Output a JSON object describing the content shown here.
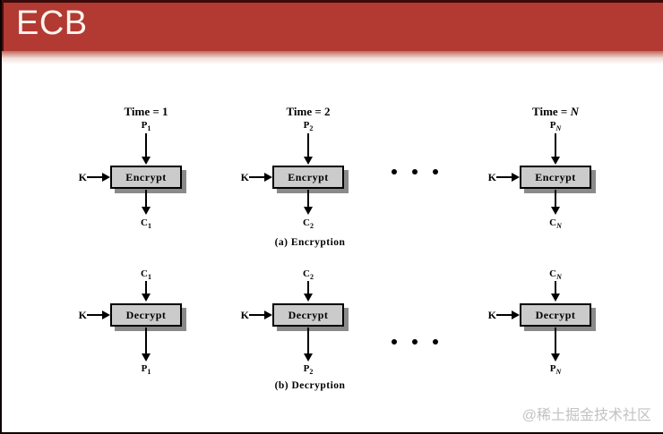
{
  "header": {
    "title": "ECB"
  },
  "diagram": {
    "encryption": {
      "caption": "(a) Encryption",
      "key_label": "K",
      "units": [
        {
          "time_prefix": "Time = ",
          "time_value": "1",
          "input_base": "P",
          "input_sub": "1",
          "op": "Encrypt",
          "output_base": "C",
          "output_sub": "1"
        },
        {
          "time_prefix": "Time = ",
          "time_value": "2",
          "input_base": "P",
          "input_sub": "2",
          "op": "Encrypt",
          "output_base": "C",
          "output_sub": "2"
        },
        {
          "time_prefix": "Time = ",
          "time_value": "N",
          "input_base": "P",
          "input_sub": "N",
          "op": "Encrypt",
          "output_base": "C",
          "output_sub": "N"
        }
      ]
    },
    "decryption": {
      "caption": "(b) Decryption",
      "key_label": "K",
      "units": [
        {
          "input_base": "C",
          "input_sub": "1",
          "op": "Decrypt",
          "output_base": "P",
          "output_sub": "1"
        },
        {
          "input_base": "C",
          "input_sub": "2",
          "op": "Decrypt",
          "output_base": "P",
          "output_sub": "2"
        },
        {
          "input_base": "C",
          "input_sub": "N",
          "op": "Decrypt",
          "output_base": "P",
          "output_sub": "N"
        }
      ]
    }
  },
  "watermark": {
    "text": "@稀土掘金技术社区"
  },
  "colors": {
    "header_red": "#b23a32",
    "header_dark_stripe": "#3a0b0a",
    "box_fill": "#cbcbcb",
    "box_shadow": "#8a8a8a",
    "watermark_gray": "#c2c2c2"
  }
}
